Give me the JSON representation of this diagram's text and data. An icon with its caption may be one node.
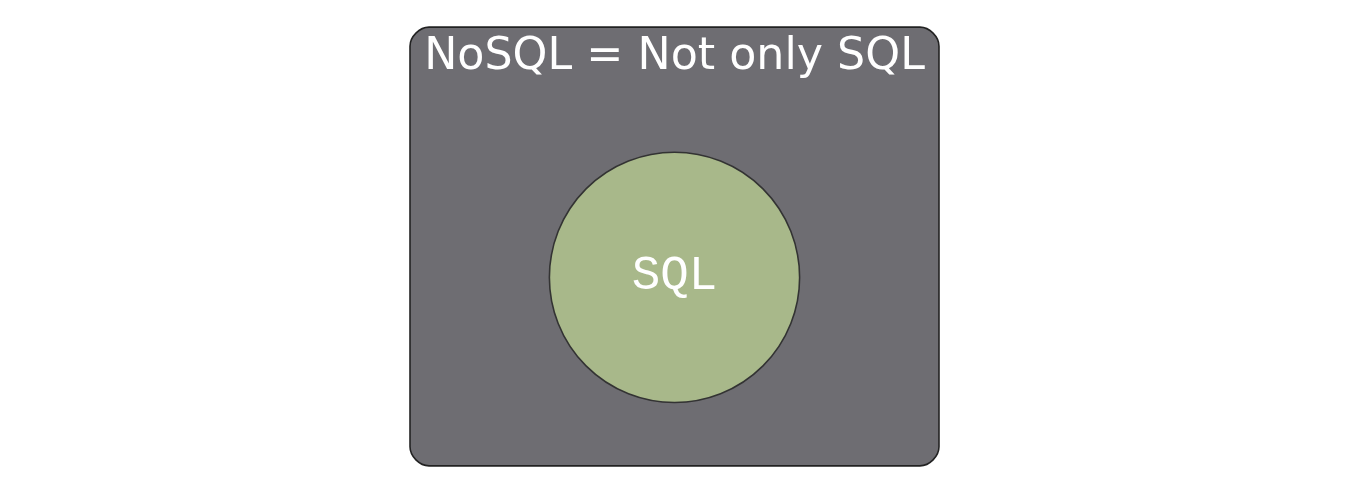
{
  "diagram": {
    "nodes": [
      {
        "text": [
          "NoSQL = Not only SQL"
        ]
      },
      {
        "text": [
          "SQL"
        ],
        "in": 0
      }
    ],
    "edges": []
  }
}
